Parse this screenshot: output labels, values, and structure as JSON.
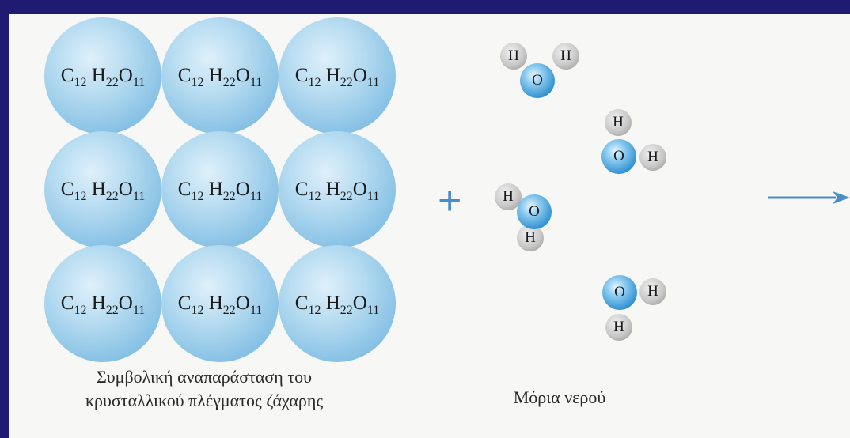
{
  "formula": {
    "c": "C",
    "c_sub": "12",
    "h": "H",
    "h_sub": "22",
    "o": "O",
    "o_sub": "11"
  },
  "plus_sign": "+",
  "atom_labels": {
    "hydrogen": "H",
    "oxygen": "O"
  },
  "captions": {
    "lattice_line1": "Συμβολική αναπαράσταση του",
    "lattice_line2": "κρυσταλλικού πλέγματος ζάχαρης",
    "water": "Μόρια νερού"
  },
  "colors": {
    "frame": "#1e1b70",
    "panel": "#f7f8f5",
    "accent": "#4a8cc9"
  }
}
